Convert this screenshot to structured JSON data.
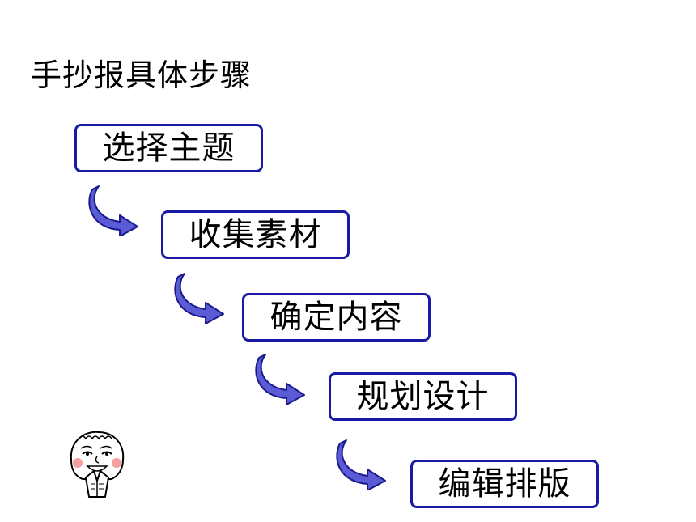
{
  "title": "手抄报具体步骤",
  "steps": [
    {
      "label": "选择主题"
    },
    {
      "label": "收集素材"
    },
    {
      "label": "确定内容"
    },
    {
      "label": "规划设计"
    },
    {
      "label": "编辑排版"
    }
  ],
  "colors": {
    "box_border": "#1a1aa6",
    "arrow_fill": "#5b5bd6",
    "arrow_stroke": "#1a1a8c",
    "cheek": "#f4a0a0"
  },
  "icons": {
    "arrow": "curved-down-right-arrow-icon",
    "character": "cartoon-face-praying-icon"
  }
}
